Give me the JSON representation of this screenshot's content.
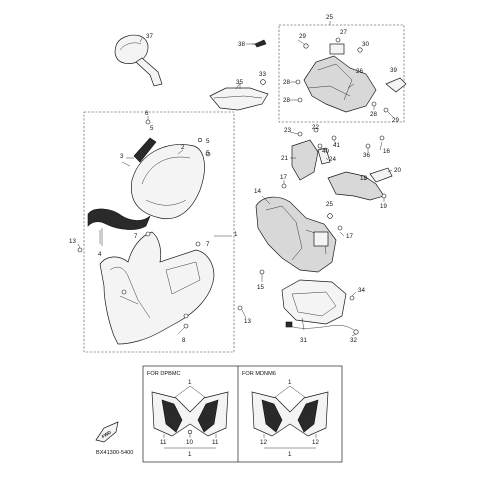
{
  "labels": {
    "n1": "1",
    "n2": "2",
    "n3": "3",
    "n4": "4",
    "n5a": "5",
    "n5b": "5",
    "n6": "6",
    "n7a": "7",
    "n7b": "7",
    "n8": "8",
    "n13a": "13",
    "n13b": "13",
    "n14": "14",
    "n15": "15",
    "n16": "16",
    "n17a": "17",
    "n17b": "17",
    "n18": "18",
    "n19": "19",
    "n20": "20",
    "n21": "21",
    "n22": "22",
    "n23": "23",
    "n24": "24",
    "n25a": "25",
    "n25b": "25",
    "n26": "26",
    "n27": "27",
    "n28a": "28",
    "n28b": "28",
    "n28c": "28",
    "n29a": "29",
    "n29b": "29",
    "n30": "30",
    "n31": "31",
    "n32": "32",
    "n33": "33",
    "n34": "34",
    "n35": "35",
    "n36": "36",
    "n37": "37",
    "n38": "38",
    "n39": "39",
    "n40": "40",
    "n41": "41"
  },
  "variants": {
    "left": {
      "title": "FOR DPBMC",
      "n1top": "1",
      "n1bot": "1",
      "n10": "10",
      "n11a": "11",
      "n11b": "11"
    },
    "right": {
      "title": "FOR MDNM6",
      "n1top": "1",
      "n1bot": "1",
      "n12a": "12",
      "n12b": "12"
    }
  },
  "fwd_label": "FWD",
  "catalog_code": "BX41300-5400"
}
